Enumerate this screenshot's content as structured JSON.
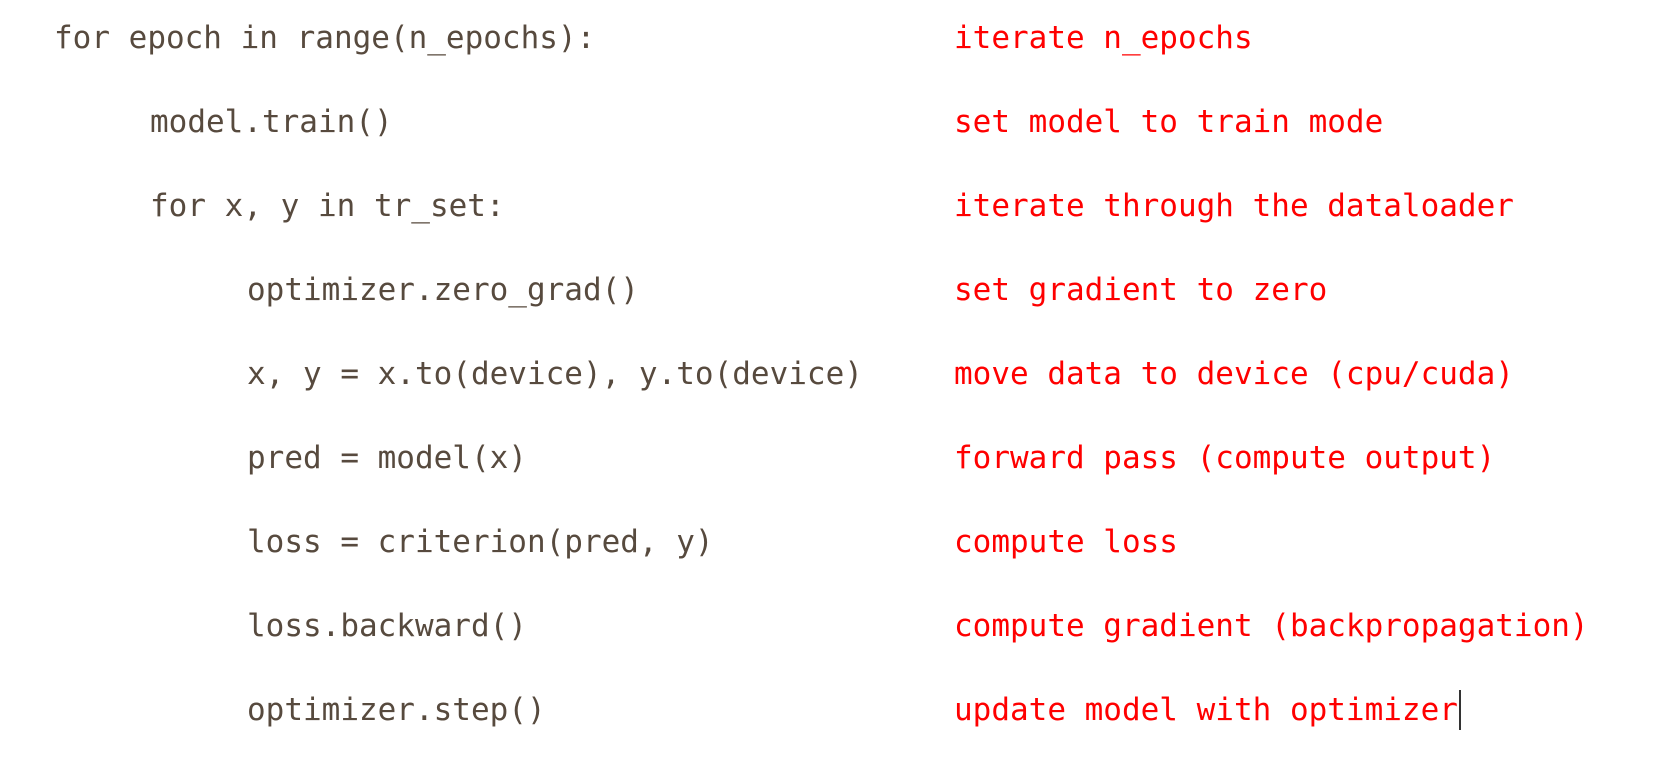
{
  "lines": [
    {
      "code": "for epoch in range(n_epochs):",
      "comment": "iterate n_epochs"
    },
    {
      "code": "model.train()",
      "comment": "set model to train mode"
    },
    {
      "code": "for x, y in tr_set:",
      "comment": "iterate through the dataloader"
    },
    {
      "code": "optimizer.zero_grad()",
      "comment": "set gradient to zero"
    },
    {
      "code": "x, y = x.to(device), y.to(device)",
      "comment": "move data to device (cpu/cuda)"
    },
    {
      "code": "pred = model(x)",
      "comment": "forward pass (compute output)"
    },
    {
      "code": "loss = criterion(pred, y)",
      "comment": "compute loss"
    },
    {
      "code": "loss.backward()",
      "comment": "compute gradient (backpropagation)"
    },
    {
      "code": "optimizer.step()",
      "comment": "update model with optimizer"
    }
  ],
  "colors": {
    "code": "#574a3e",
    "comment": "#ff0000",
    "background": "#ffffff"
  }
}
